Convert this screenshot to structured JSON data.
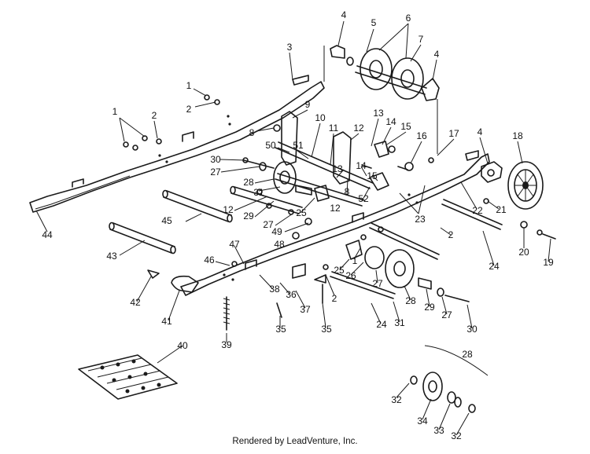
{
  "footer_text": "Rendered by LeadVenture, Inc.",
  "callouts": [
    "1",
    "2",
    "3",
    "4",
    "5",
    "6",
    "7",
    "4",
    "1",
    "2",
    "8",
    "9",
    "10",
    "11",
    "12",
    "13",
    "14",
    "15",
    "16",
    "17",
    "4",
    "18",
    "50",
    "51",
    "30",
    "27",
    "28",
    "31",
    "29",
    "12",
    "13",
    "14",
    "15",
    "52",
    "8",
    "25",
    "12",
    "27",
    "49",
    "48",
    "23",
    "22",
    "21",
    "2",
    "20",
    "19",
    "45",
    "44",
    "43",
    "47",
    "46",
    "42",
    "41",
    "38",
    "36",
    "37",
    "35",
    "35",
    "2",
    "1",
    "25",
    "26",
    "27",
    "28",
    "29",
    "27",
    "30",
    "24",
    "24",
    "31",
    "39",
    "40",
    "28",
    "32",
    "34",
    "33",
    "32"
  ]
}
